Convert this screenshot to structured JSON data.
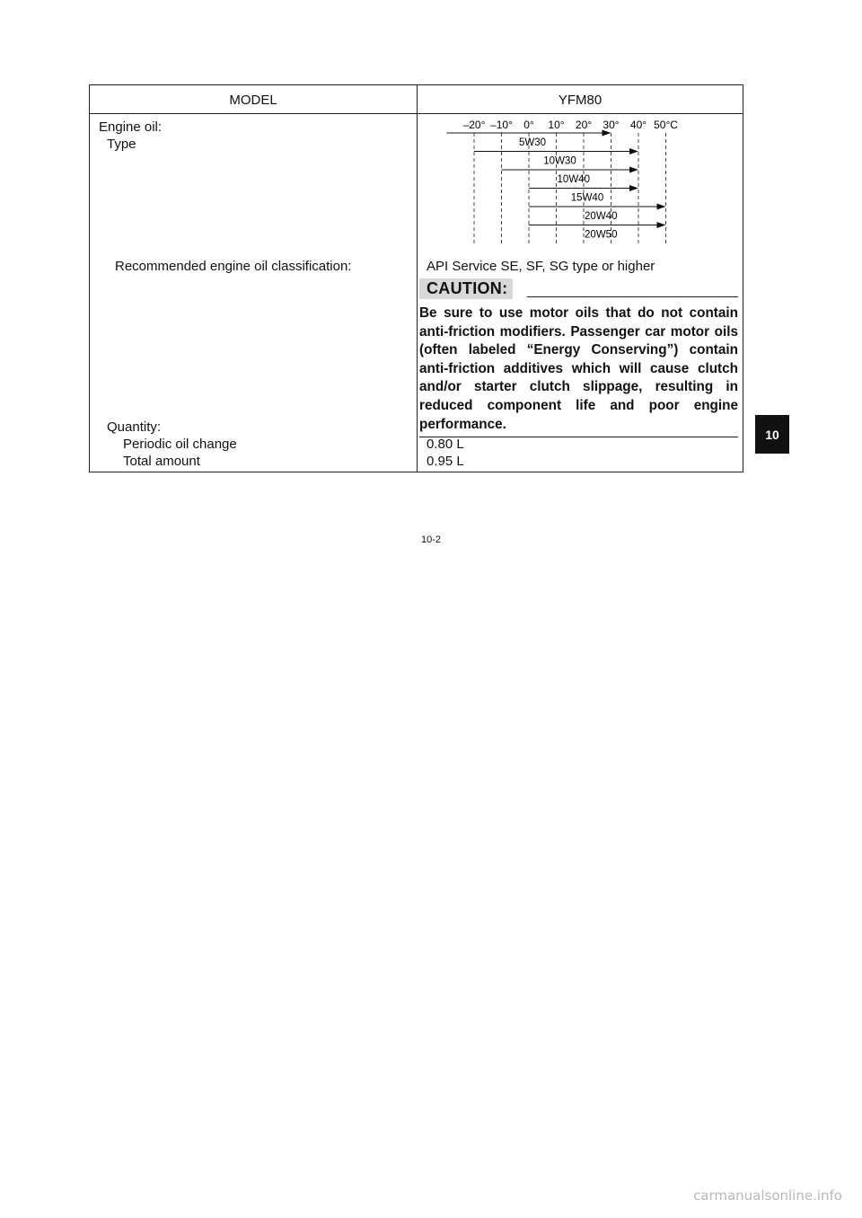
{
  "header": {
    "left": "MODEL",
    "right": "YFM80"
  },
  "rows": {
    "engine_oil": "Engine oil:",
    "type": "Type",
    "classification_label": "Recommended engine oil classification:",
    "classification_value": "API Service SE, SF, SG type or higher",
    "quantity": "Quantity:",
    "periodic_label": "Periodic oil change",
    "periodic_value": "0.80 L",
    "total_label": "Total amount",
    "total_value": "0.95 L"
  },
  "chart": {
    "temperature_labels": [
      "–20°",
      "–10°",
      "0°",
      "10°",
      "20°",
      "30°",
      "40°",
      "50°C"
    ],
    "grades": [
      {
        "name": "5W30",
        "from": -30,
        "to": 30
      },
      {
        "name": "10W30",
        "from": -20,
        "to": 40
      },
      {
        "name": "10W40",
        "from": -10,
        "to": 40
      },
      {
        "name": "15W40",
        "from": 0,
        "to": 40
      },
      {
        "name": "20W40",
        "from": 0,
        "to": 50
      },
      {
        "name": "20W50",
        "from": 0,
        "to": 50
      }
    ]
  },
  "caution": {
    "label": "CAUTION:",
    "text": "Be sure to use motor oils that do not contain anti-friction modifiers. Passenger car motor oils (often labeled “Energy Conserving”) contain anti-friction additives which will cause clutch and/or starter clutch slippage, resulting in reduced component life and poor engine performance."
  },
  "side_tab": "10",
  "page_number": "10-2",
  "watermark": "carmanualsonline.info"
}
